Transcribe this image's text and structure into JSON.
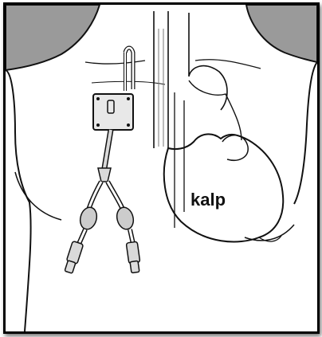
{
  "diagram": {
    "heart_label": "kalp"
  },
  "colors": {
    "shadow_gray": "#9a9a9a",
    "outline": "#111111",
    "catheter_fill": "#d9d9d9",
    "background": "#ffffff"
  },
  "icons": [
    "heart-illustration",
    "central-venous-catheter"
  ]
}
